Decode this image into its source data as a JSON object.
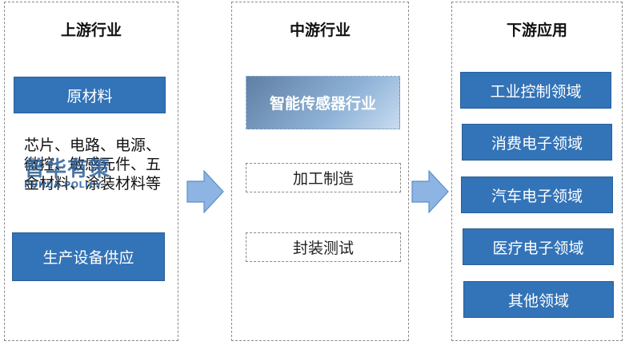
{
  "upstream": {
    "title": "上游行业",
    "raw_material": "原材料",
    "description": "芯片、电路、电源、微控、敏感元件、五金材料、涂装材料等",
    "equipment": "生产设备供应"
  },
  "midstream": {
    "title": "中游行业",
    "core": "智能传感器行业",
    "processing": "加工制造",
    "packaging": "封装测试"
  },
  "downstream": {
    "title": "下游应用",
    "items": [
      "工业控制领域",
      "消费电子领域",
      "汽车电子领域",
      "医疗电子领域",
      "其他领域"
    ]
  },
  "watermark": {
    "cn": "普华有策",
    "en": "PUHUA POLICY"
  },
  "colors": {
    "box_blue": "#3373b7",
    "arrow_fill": "#8db4e2",
    "arrow_stroke": "#5b8fc7"
  }
}
